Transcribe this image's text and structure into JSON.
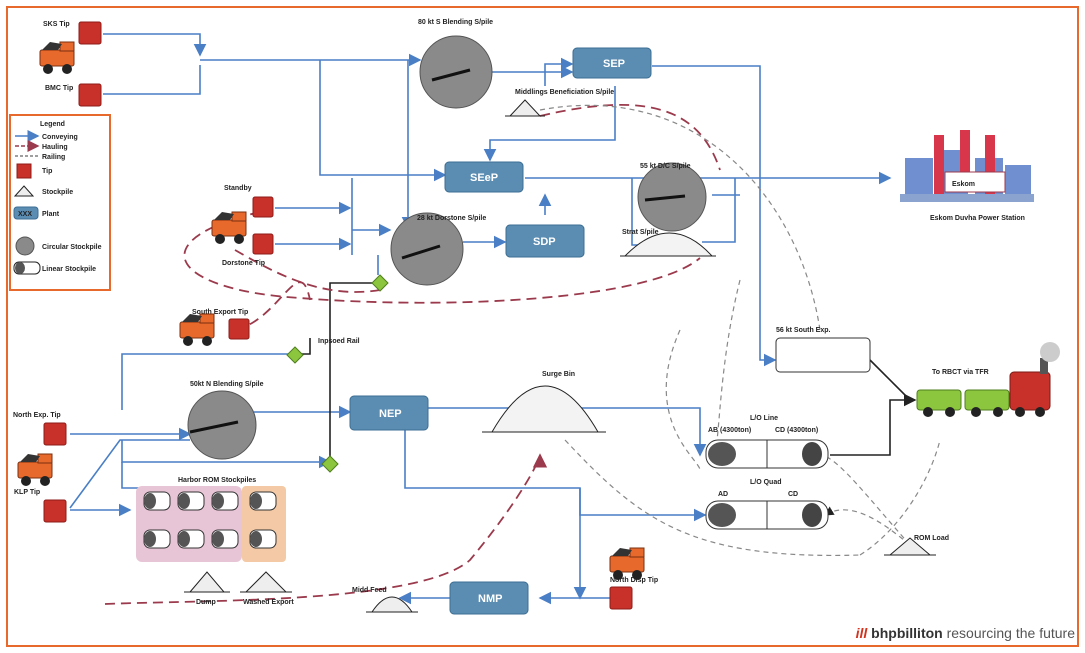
{
  "labels": {
    "sks_tip": "SKS Tip",
    "bmc_tip": "BMC Tip",
    "blending_s": "80 kt S Blending S/pile",
    "sep": "SEP",
    "middlings": "Middlings Beneficiation S/pile",
    "seep": "SEeP",
    "sdp": "SDP",
    "doc_pile": "55 kt D/C S/pile",
    "dorstone": "28 kt Dorstone S/pile",
    "standby": "Standby",
    "dorstone_tip": "Dorstone Tip",
    "strat_pile": "Strat S/pile",
    "power_station": "Eskom Duvha Power Station",
    "power_sign": "Eskom",
    "south_export_tip": "South Export Tip",
    "inpsoed_rail": "Inpsoed Rail",
    "south_exp": "56 kt South Exp.",
    "north_blending": "50kt N Blending S/pile",
    "nep": "NEP",
    "surge_bin": "Surge Bin",
    "north_exp_tip": "North Exp. Tip",
    "klp_tip": "KLP Tip",
    "rom_stockpile": "Harbor ROM Stockpiles",
    "lo_line": "L/O Line",
    "ab": "AB (4300ton)",
    "cd": "CD (4300ton)",
    "lo_quad": "L/O Quad",
    "ad": "AD",
    "cd2": "CD",
    "to_rbct": "To RBCT via TFR",
    "nmp": "NMP",
    "north_disp_tip": "North Disp Tip",
    "midd_feed": "Midd Feed",
    "dump": "Dump",
    "washed_export": "Washed Export",
    "rom_load": "ROM Load"
  },
  "legend": {
    "title": "Legend",
    "items": [
      "Conveying",
      "Hauling",
      "Railing",
      "Tip",
      "Stockpile",
      "Plant",
      "Circular Stockpile",
      "Linear Stockpile"
    ],
    "plant_abbrev": "XXX"
  },
  "logo": {
    "mark": "ill",
    "brand": "bhpbilliton",
    "tagline": "resourcing the future"
  },
  "colors": {
    "frame": "#e8692c",
    "conveying": "#4a7fc6",
    "hauling": "#9b3a4c",
    "plant": "#5b8db3",
    "tip": "#c8302a"
  }
}
